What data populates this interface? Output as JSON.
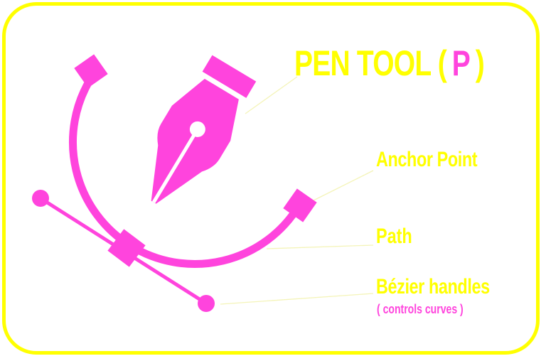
{
  "colors": {
    "accent_pink": "#ff44dd",
    "accent_yellow": "#ffff00",
    "leader_line": "#f4f4b8",
    "background": "#ffffff"
  },
  "title": {
    "prefix": "PEN TOOL (",
    "shortcut": "P",
    "suffix": ")"
  },
  "labels": {
    "anchor_point": "Anchor Point",
    "path": "Path",
    "bezier_handles": "Bézier handles",
    "bezier_note": "( controls curves )"
  },
  "icons": {
    "pen": "pen-nib-icon",
    "path": "curve-path",
    "anchor": "anchor-square",
    "handle": "bezier-handle-dot"
  }
}
